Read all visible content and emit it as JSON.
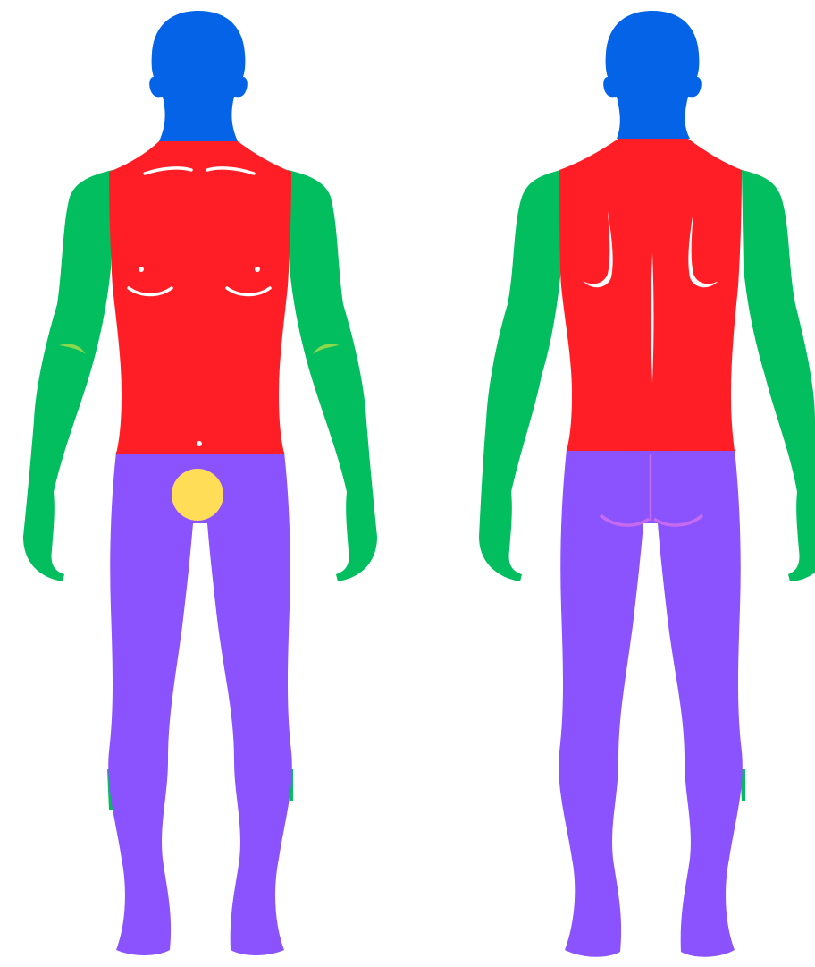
{
  "figures": [
    {
      "view": "front"
    },
    {
      "view": "back"
    }
  ],
  "colors": {
    "head": "#0563E8",
    "torso": "#FF1E26",
    "arms": "#02BE5F",
    "legs": "#8B53FD",
    "groin_marker": "#FFDD57",
    "detail_lines": "#FFFFFF",
    "elbow_marks": "#8BD84B",
    "back_seat_lines": "#C66BF0",
    "background": "#FFFFFF"
  },
  "regions": [
    "head-neck",
    "torso",
    "arms",
    "legs",
    "groin"
  ]
}
